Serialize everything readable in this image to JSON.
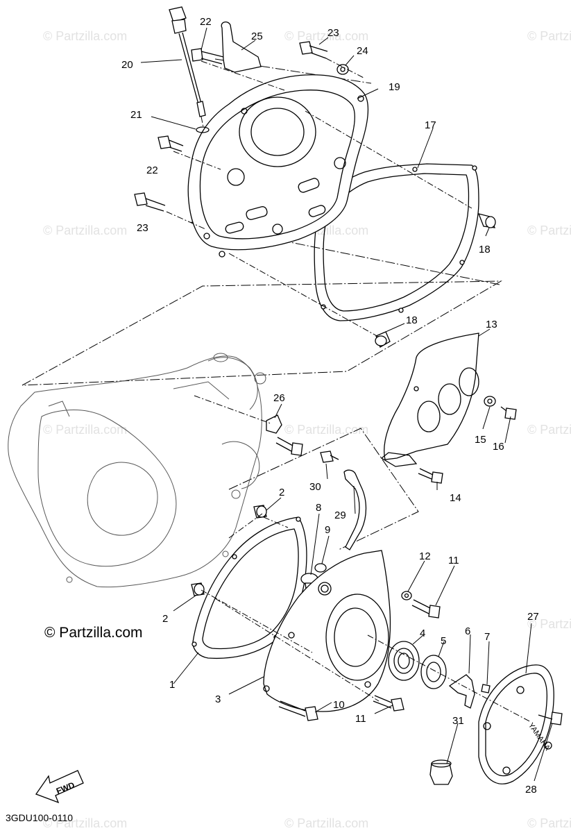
{
  "diagram": {
    "diagram_code": "3GDU100-0110",
    "copyright": "© Partzilla.com",
    "watermark": "© Partzilla.com",
    "fwd_label": "FWD",
    "brand_text": "YAMAHA",
    "callouts": {
      "p1": "1",
      "p2a": "2",
      "p2b": "2",
      "p3": "3",
      "p4": "4",
      "p5": "5",
      "p6": "6",
      "p7": "7",
      "p8": "8",
      "p9": "9",
      "p10": "10",
      "p11a": "11",
      "p11b": "11",
      "p12": "12",
      "p13": "13",
      "p14": "14",
      "p15": "15",
      "p16": "16",
      "p17": "17",
      "p18a": "18",
      "p18b": "18",
      "p19": "19",
      "p20": "20",
      "p21": "21",
      "p22a": "22",
      "p22b": "22",
      "p23a": "23",
      "p23b": "23",
      "p24": "24",
      "p25": "25",
      "p26": "26",
      "p27": "27",
      "p28": "28",
      "p29": "29",
      "p30": "30",
      "p31": "31"
    }
  }
}
